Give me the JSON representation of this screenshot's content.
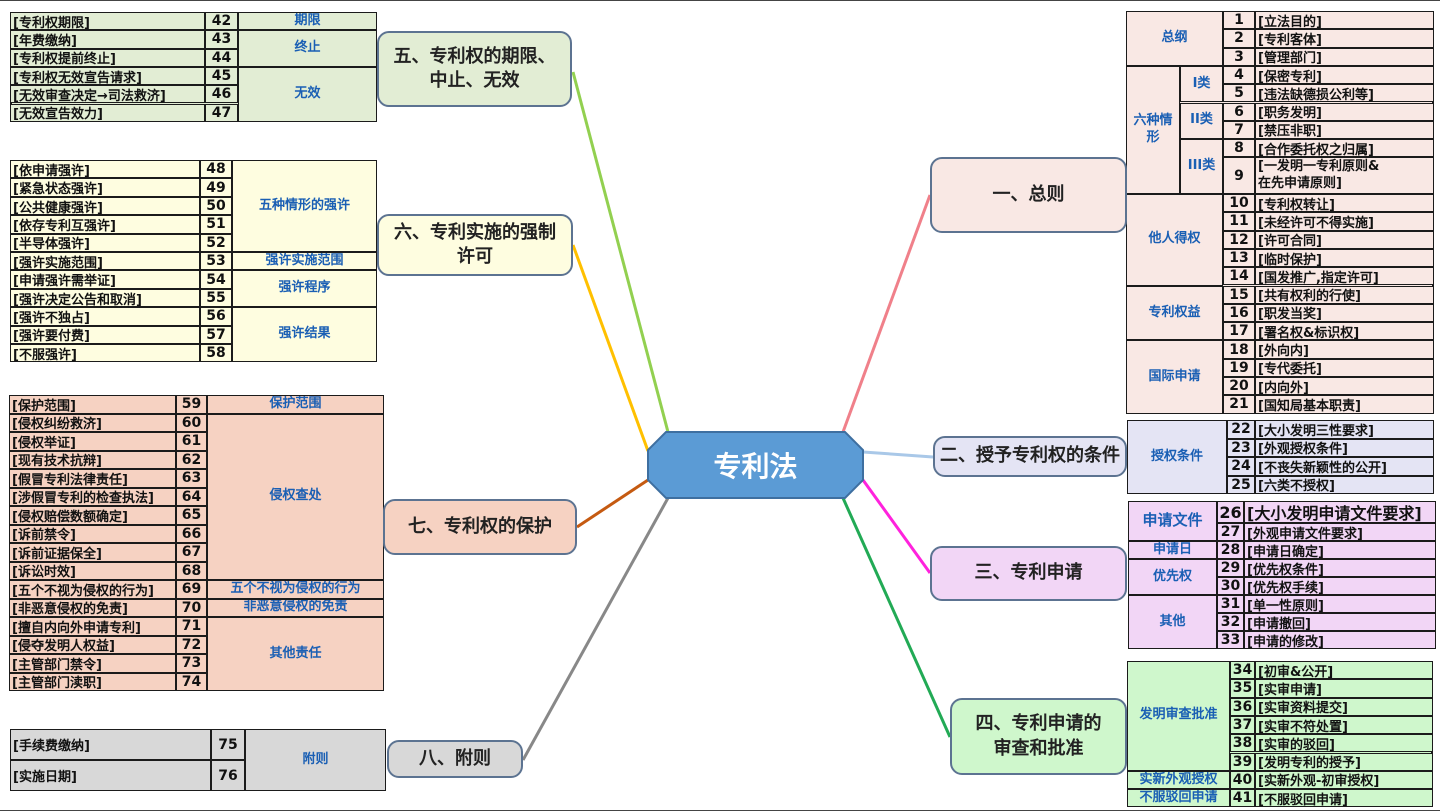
{
  "title": "专利法",
  "colors": {
    "center": "#5b9bd5",
    "s1": "#f9e8e4",
    "s2": "#e4e4f4",
    "s3": "#f2d6f6",
    "s4": "#cff7cc",
    "s5": "#e2edd4",
    "s6": "#fefde0",
    "s7": "#f6d2c2",
    "s8": "#d8d8d8",
    "l1": "#f0808a",
    "l2": "#a9c8e8",
    "l3": "#ff22dd",
    "l4": "#22aa55",
    "l5": "#92d050",
    "l6": "#ffc000",
    "l7": "#c55a11",
    "l8": "#888888"
  },
  "branches": {
    "b1": "一、总则",
    "b2": "二、授予专利权的条件",
    "b3": "三、专利申请",
    "b4": "四、专利申请的\n审查和批准",
    "b5": "五、专利权的期限、\n中止、无效",
    "b6": "六、专利实施的强制\n许可",
    "b7": "七、专利权的保护",
    "b8": "八、附则"
  },
  "s1": {
    "cats": [
      "总纲",
      "六种情\n形",
      "他人得权",
      "专利权益",
      "国际申请"
    ],
    "subcats": [
      "I类",
      "II类",
      "III类"
    ],
    "items": [
      [
        "1",
        "[立法目的]"
      ],
      [
        "2",
        "[专利客体]"
      ],
      [
        "3",
        "[管理部门]"
      ],
      [
        "4",
        "[保密专利]"
      ],
      [
        "5",
        "[违法缺德损公利等]"
      ],
      [
        "6",
        "[职务发明]"
      ],
      [
        "7",
        "[禁压非职]"
      ],
      [
        "8",
        "[合作委托权之归属]"
      ],
      [
        "9",
        "[一发明一专利原则&\n在先申请原则]"
      ],
      [
        "10",
        "[专利权转让]"
      ],
      [
        "11",
        "[未经许可不得实施]"
      ],
      [
        "12",
        "[许可合同]"
      ],
      [
        "13",
        "[临时保护]"
      ],
      [
        "14",
        "[国发推广,指定许可]"
      ],
      [
        "15",
        "[共有权利的行使]"
      ],
      [
        "16",
        "[职发当奖]"
      ],
      [
        "17",
        "[署名权&标识权]"
      ],
      [
        "18",
        "[外向内]"
      ],
      [
        "19",
        "[专代委托]"
      ],
      [
        "20",
        "[内向外]"
      ],
      [
        "21",
        "[国知局基本职责]"
      ]
    ]
  },
  "s2": {
    "cat": "授权条件",
    "items": [
      [
        "22",
        "[大小发明三性要求]"
      ],
      [
        "23",
        "[外观授权条件]"
      ],
      [
        "24",
        "[不丧失新颖性的公开]"
      ],
      [
        "25",
        "[六类不授权]"
      ]
    ]
  },
  "s3": {
    "cats": [
      "申请文件",
      "申请日",
      "优先权",
      "其他"
    ],
    "items": [
      [
        "26",
        "[大小发明申请文件要求]"
      ],
      [
        "27",
        "[外观申请文件要求]"
      ],
      [
        "28",
        "[申请日确定]"
      ],
      [
        "29",
        "[优先权条件]"
      ],
      [
        "30",
        "[优先权手续]"
      ],
      [
        "31",
        "[单一性原则]"
      ],
      [
        "32",
        "[申请撤回]"
      ],
      [
        "33",
        "[申请的修改]"
      ]
    ]
  },
  "s4": {
    "cats": [
      "发明审查批准",
      "实新外观授权",
      "不服驳回申请"
    ],
    "items": [
      [
        "34",
        "[初审&公开]"
      ],
      [
        "35",
        "[实审申请]"
      ],
      [
        "36",
        "[实审资料提交]"
      ],
      [
        "37",
        "[实审不符处置]"
      ],
      [
        "38",
        "[实审的驳回]"
      ],
      [
        "39",
        "[发明专利的授予]"
      ],
      [
        "40",
        "[实新外观-初审授权]"
      ],
      [
        "41",
        "[不服驳回申请]"
      ]
    ]
  },
  "s5": {
    "cats": [
      "期限",
      "终止",
      "无效"
    ],
    "items": [
      [
        "42",
        "[专利权期限]"
      ],
      [
        "43",
        "[年费缴纳]"
      ],
      [
        "44",
        "[专利权提前终止]"
      ],
      [
        "45",
        "[专利权无效宣告请求]"
      ],
      [
        "46",
        "[无效审查决定→司法救济]"
      ],
      [
        "47",
        "[无效宣告效力]"
      ]
    ]
  },
  "s6": {
    "cats": [
      "五种情形的强许",
      "强许实施范围",
      "强许程序",
      "强许结果"
    ],
    "items": [
      [
        "48",
        "[依申请强许]"
      ],
      [
        "49",
        "[紧急状态强许]"
      ],
      [
        "50",
        "[公共健康强许]"
      ],
      [
        "51",
        "[依存专利互强许]"
      ],
      [
        "52",
        "[半导体强许]"
      ],
      [
        "53",
        "[强许实施范围]"
      ],
      [
        "54",
        "[申请强许需举证]"
      ],
      [
        "55",
        "[强许决定公告和取消]"
      ],
      [
        "56",
        "[强许不独占]"
      ],
      [
        "57",
        "[强许要付费]"
      ],
      [
        "58",
        "[不服强许]"
      ]
    ]
  },
  "s7": {
    "cats": [
      "保护范围",
      "侵权查处",
      "五个不视为侵权的行为",
      "非恶意侵权的免责",
      "其他责任"
    ],
    "items": [
      [
        "59",
        "[保护范围]"
      ],
      [
        "60",
        "[侵权纠纷救济]"
      ],
      [
        "61",
        "[侵权举证]"
      ],
      [
        "62",
        "[现有技术抗辩]"
      ],
      [
        "63",
        "[假冒专利法律责任]"
      ],
      [
        "64",
        "[涉假冒专利的检查执法]"
      ],
      [
        "65",
        "[侵权赔偿数额确定]"
      ],
      [
        "66",
        "[诉前禁令]"
      ],
      [
        "67",
        "[诉前证据保全]"
      ],
      [
        "68",
        "[诉讼时效]"
      ],
      [
        "69",
        "[五个不视为侵权的行为]"
      ],
      [
        "70",
        "[非恶意侵权的免责]"
      ],
      [
        "71",
        "[擅自内向外申请专利]"
      ],
      [
        "72",
        "[侵夺发明人权益]"
      ],
      [
        "73",
        "[主管部门禁令]"
      ],
      [
        "74",
        "[主管部门渎职]"
      ]
    ]
  },
  "s8": {
    "cat": "附则",
    "items": [
      [
        "75",
        "[手续费缴纳]"
      ],
      [
        "76",
        "[实施日期]"
      ]
    ]
  }
}
